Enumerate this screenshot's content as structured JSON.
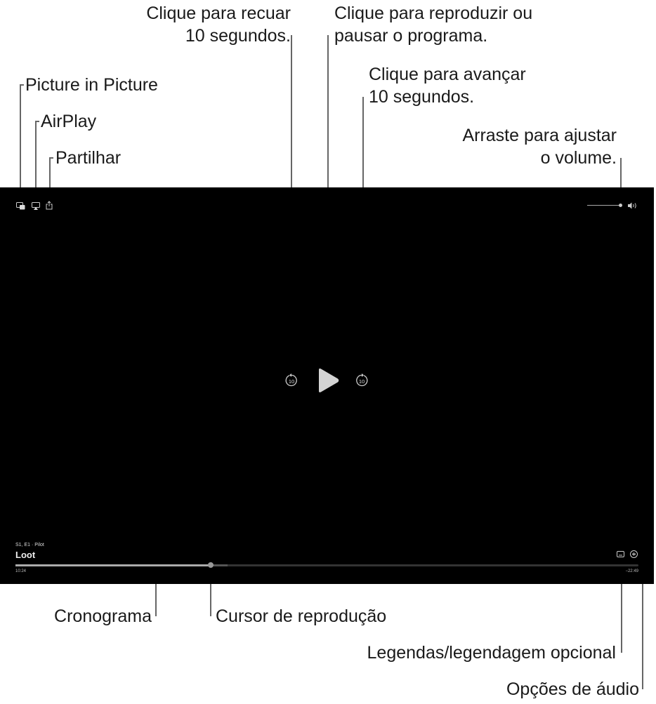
{
  "callouts": {
    "pip": "Picture in Picture",
    "airplay": "AirPlay",
    "share": "Partilhar",
    "rewind_1": "Clique para recuar",
    "rewind_2": "10 segundos.",
    "play_1": "Clique para reproduzir ou",
    "play_2": "pausar o programa.",
    "forward_1": "Clique para avançar",
    "forward_2": "10 segundos.",
    "volume_1": "Arraste para ajustar",
    "volume_2": "o volume.",
    "timeline": "Cronograma",
    "playhead": "Cursor de reprodução",
    "subtitles": "Legendas/legendagem opcional",
    "audio": "Opções de áudio"
  },
  "player": {
    "episode": "S1, E1 · Pilot",
    "title": "Loot",
    "elapsed": "10:24",
    "remaining": "−22:49",
    "progress": 0.313,
    "skip_seconds": "10",
    "volume": 1.0
  }
}
